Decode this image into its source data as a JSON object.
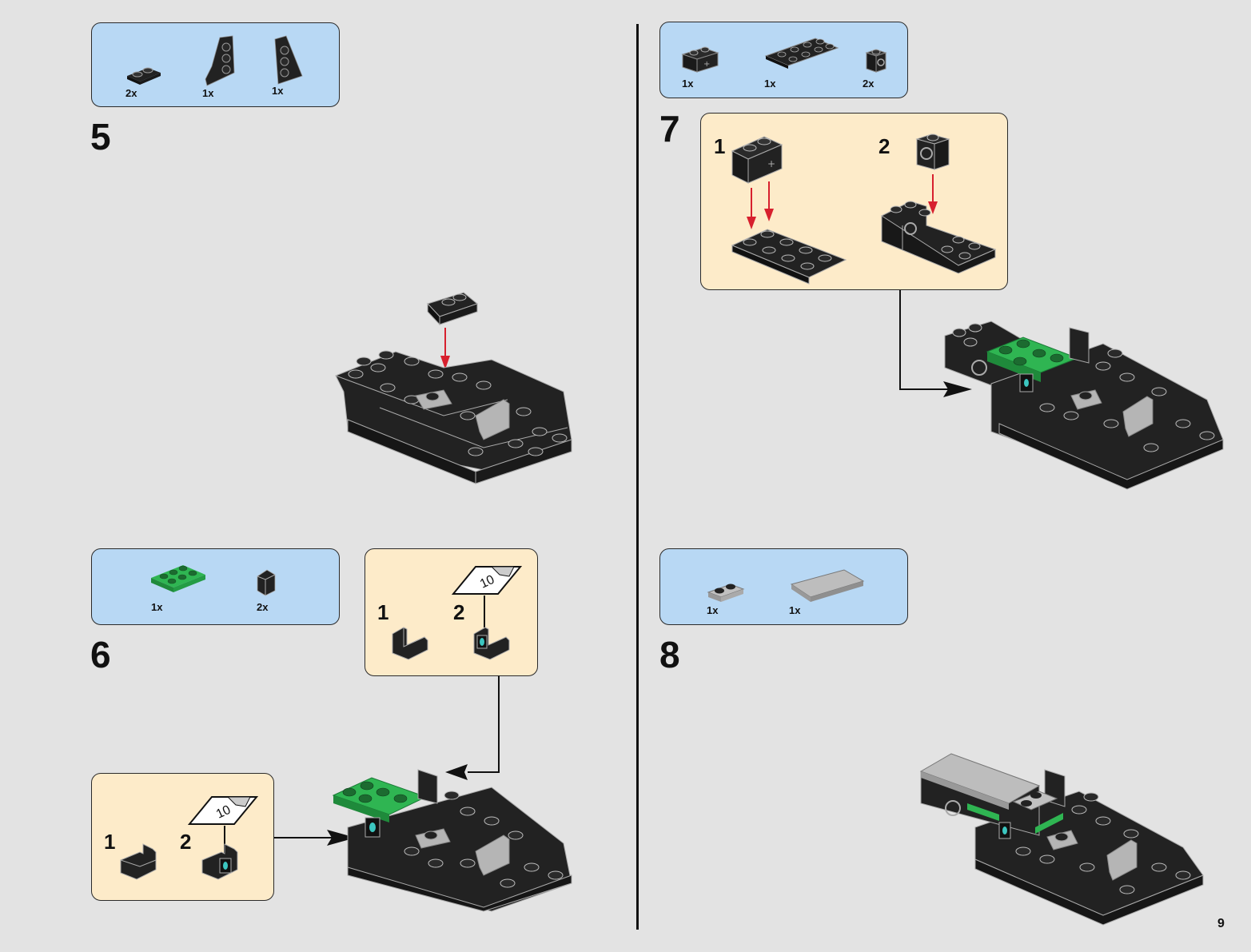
{
  "page": {
    "page_number": "9",
    "colors": {
      "background": "#e3e3e3",
      "parts_box": "#b8d8f4",
      "sub_assembly_box": "#fdebc9",
      "brick_black": "#222222",
      "brick_green": "#2fb552",
      "brick_light_gray": "#b5b5b5",
      "arrow_red": "#d7202e",
      "sticker_teal": "#3cc6c0"
    }
  },
  "steps": [
    {
      "number": "5",
      "parts": [
        {
          "name": "black-plate-1x2",
          "qty": "2x"
        },
        {
          "name": "black-wedge-plate-left",
          "qty": "1x"
        },
        {
          "name": "black-wedge-plate-right",
          "qty": "1x"
        }
      ]
    },
    {
      "number": "6",
      "parts": [
        {
          "name": "green-plate-2x3",
          "qty": "1x"
        },
        {
          "name": "black-panel-corner",
          "qty": "2x"
        }
      ],
      "sub_assemblies": [
        {
          "steps": [
            "1",
            "2"
          ],
          "sticker_label": "10"
        },
        {
          "steps": [
            "1",
            "2"
          ],
          "sticker_label": "10"
        }
      ]
    },
    {
      "number": "7",
      "parts": [
        {
          "name": "black-brick-1x2-axle-hole",
          "qty": "1x"
        },
        {
          "name": "black-plate-2x4",
          "qty": "1x"
        },
        {
          "name": "black-brick-1x1-hole",
          "qty": "2x"
        }
      ],
      "sub_assemblies": [
        {
          "steps": [
            "1",
            "2"
          ]
        }
      ]
    },
    {
      "number": "8",
      "parts": [
        {
          "name": "gray-plate-1x2",
          "qty": "1x"
        },
        {
          "name": "gray-tile-2x4",
          "qty": "1x"
        }
      ]
    }
  ]
}
